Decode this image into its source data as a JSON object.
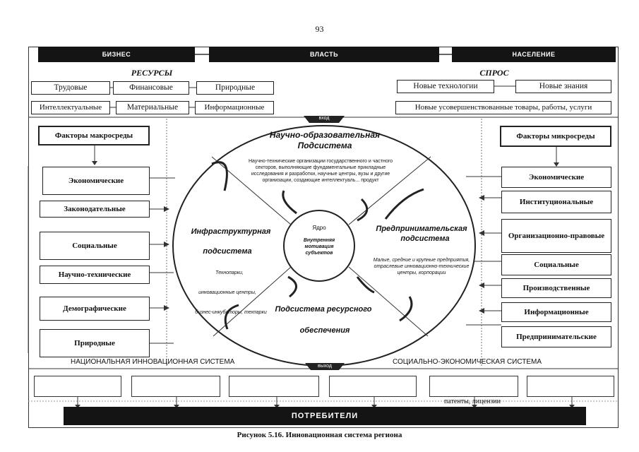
{
  "page_number": "93",
  "top_bar": {
    "business": "БИЗНЕС",
    "power": "ВЛАСТЬ",
    "population": "НАСЕЛЕНИЕ"
  },
  "resources": {
    "title": "РЕСУРСЫ",
    "items": [
      "Трудовые",
      "Финансовые",
      "Природные",
      "Интеллектуальные",
      "Материальные",
      "Информационные"
    ]
  },
  "demand": {
    "title": "СПРОС",
    "items": [
      "Новые технологии",
      "Новые знания",
      "Новые усовершенствованные товары, работы, услуги"
    ]
  },
  "macro": {
    "title": "Факторы макросреды",
    "items": [
      "Экономические",
      "Законодательные",
      "Социальные",
      "Научно-технические",
      "Демографические",
      "Природные"
    ]
  },
  "micro": {
    "title": "Факторы микросреды",
    "items": [
      "Экономические",
      "Институциональные",
      "Организационно-правовые",
      "Социальные",
      "Производственные",
      "Информационные",
      "Предпринимательские"
    ]
  },
  "ellipse": {
    "science_title": "Научно-образовательная Подсистема",
    "science_text": "Научно-технические организации государственного и частного секторов, выполняющие фундаментальные прикладные исследования и разработки, научные центры, вузы и другие организации, создающие интеллектуаль... продукт",
    "infra_title_1": "Инфраструктурная",
    "infra_title_2": "подсистема",
    "infra_text_1": "Технопарки,",
    "infra_text_2": "инновационные центры,",
    "infra_text_3": "бизнес-инкубаторы, тех­парки",
    "business_title_1": "Предпринимательская",
    "business_title_2": "подсистема",
    "business_text": "Малые, средние и крупные предприятия, отраслевые инновационно-технические центры, корпорации",
    "resource_title_1": "Подсистема ресурсного",
    "resource_title_2": "обеспечения",
    "core_title": "Ядро",
    "core_text": "Внутренняя мотивация субъектов",
    "top_arrow": "вход",
    "bottom_arrow": "выход"
  },
  "system_labels": {
    "national": "НАЦИОНАЛЬНАЯ ИННОВАЦИОННАЯ СИСТЕМА",
    "socio": "СОЦИАЛЬНО-ЭКОНОМИЧЕСКАЯ СИСТЕМА"
  },
  "outputs": {
    "patents_label": "патенты, лицензии"
  },
  "consumers": "ПОТРЕБИТЕЛИ",
  "caption": "Рисунок 5.16. Инновационная система региона"
}
